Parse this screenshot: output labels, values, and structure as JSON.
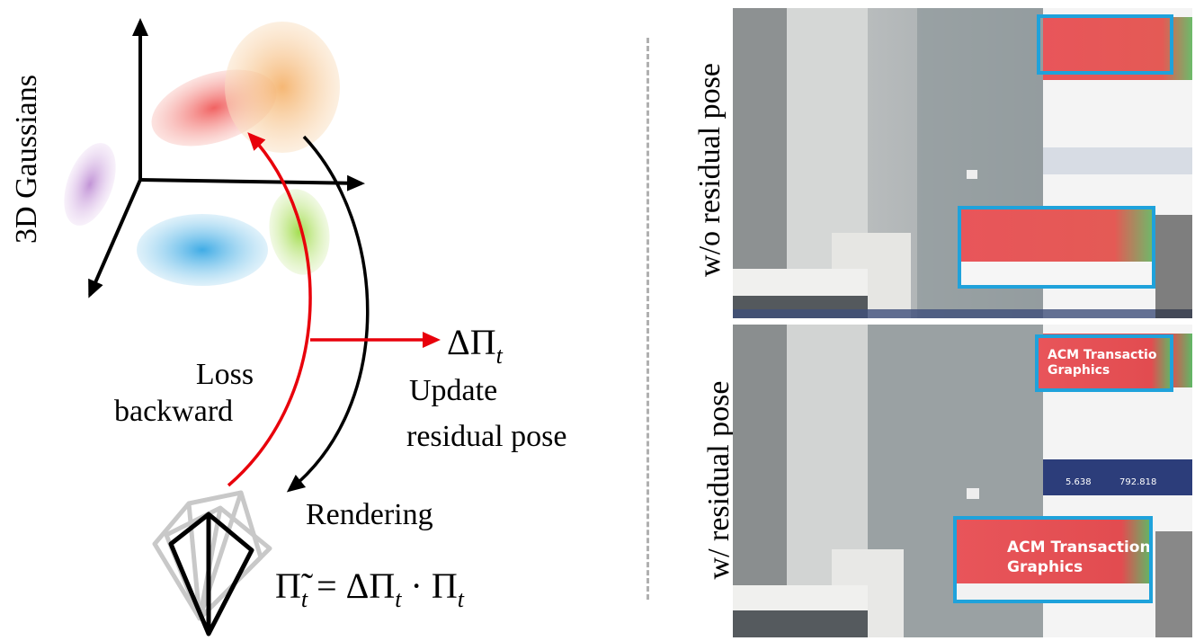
{
  "left_diagram": {
    "axis_label": "3D Gaussians",
    "loss_label_line1": "Loss",
    "loss_label_line2": "backward",
    "update_label_line1": "Update",
    "update_label_line2": "residual pose",
    "rendering_label": "Rendering",
    "delta_pose_symbol": "ΔΠ",
    "delta_pose_subscript": "t",
    "equation_lhs": "Π̃",
    "equation_mid": " = ΔΠ",
    "equation_dot": " · Π",
    "equation_subscript": "t",
    "gaussian_colors": [
      "#f06a6a",
      "#f6c58f",
      "#c79bd8",
      "#4fb0e4",
      "#b4e070"
    ],
    "loss_arrow_color": "#e8000b"
  },
  "right_panels": {
    "top_label": "w/o residual pose",
    "bottom_label": "w/ residual pose",
    "highlight_color": "#1fa2db",
    "slide_text_line1": "ACM Transaction",
    "slide_text_line2": "Graphics",
    "slide_text_line1_small": "ACM Transactio",
    "slide_text_line2_small": "Graphics",
    "stat_1": "5.638",
    "stat_2": "792.818"
  }
}
